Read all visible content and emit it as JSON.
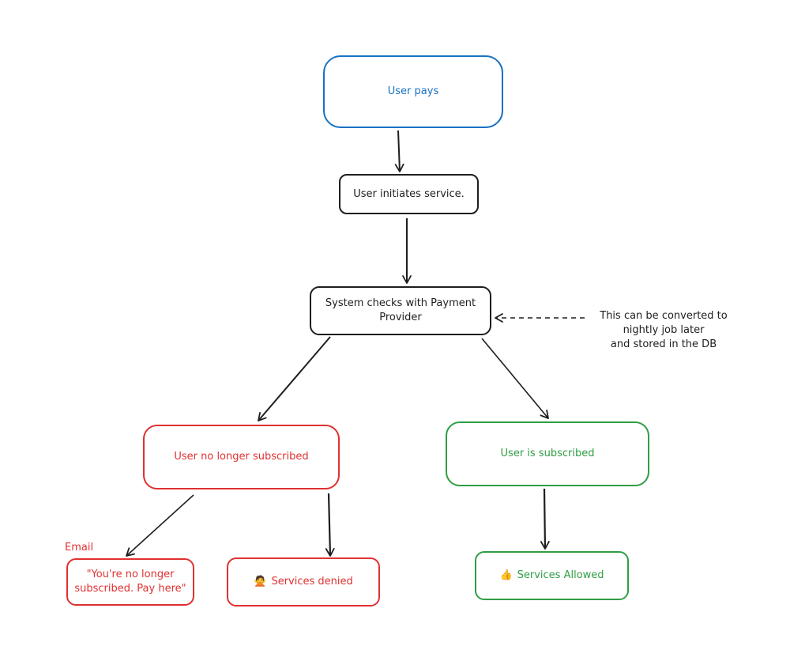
{
  "nodes": {
    "user_pays": "User pays",
    "initiates": "User initiates service.",
    "system_checks": "System checks with Payment Provider",
    "no_longer": "User no longer subscribed",
    "subscribed": "User is subscribed",
    "email_msg": "\"You're no longer subscribed. Pay here\"",
    "denied": "Services denied",
    "denied_emoji": "🙅",
    "allowed": "Services Allowed",
    "allowed_emoji": "👍"
  },
  "labels": {
    "email": "Email",
    "note": "This can be converted to\nnightly job later\nand stored in the DB"
  },
  "colors": {
    "blue": "#1971c2",
    "red": "#e03131",
    "green": "#2f9e44",
    "stroke": "#1e1e1e"
  }
}
